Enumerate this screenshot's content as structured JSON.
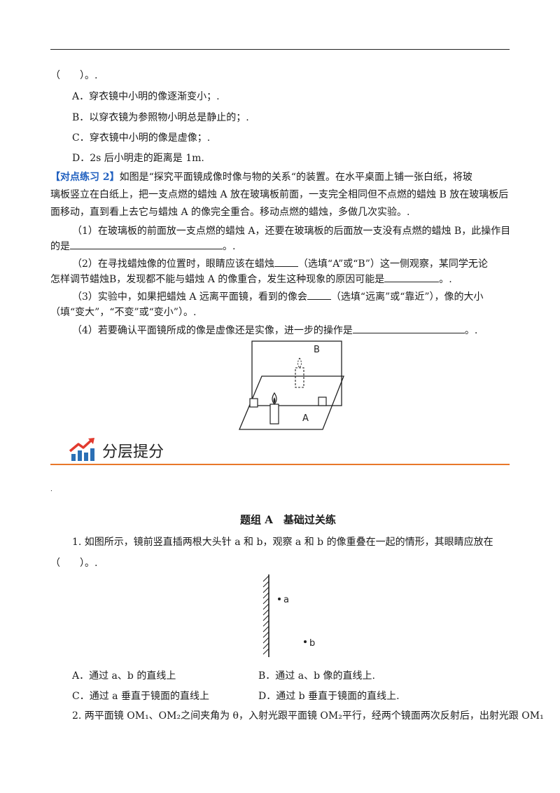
{
  "top_question_tail": "（　　）。.",
  "q1_options": {
    "A": "A．穿衣镜中小明的像逐渐变小；.",
    "B": "B．以穿衣镜为参照物小明总是静止的；.",
    "C": "C．穿衣镜中小明的像是虚像；.",
    "D": "D．2s 后小明走的距离是 1m."
  },
  "practice2": {
    "tag": "【对点练习 2】",
    "intro_1": "如图是“探究平面镜成像时像与物的关系“的装置。在水平桌面上铺一张白纸，将玻",
    "intro_2": "璃板竖立在白纸上，把一支点燃的蜡烛 A 放在玻璃板前面，一支完全相同但不点燃的蜡烛 B 放在玻璃板后",
    "intro_3": "面移动，直到看上去它与蜡烛 A 的像完全重合。移动点燃的蜡烛，多做几次实验。.",
    "s1_a": "（1）在玻璃板的前面放一支点燃的蜡烛 A，还要在玻璃板的后面放一支没有点燃的蜡烛 B，此操作目",
    "s1_b_pre": "的是",
    "s1_b_post": "。.",
    "s2_a_pre": "（2）在寻找蜡烛像的位置时，眼睛应该在蜡烛",
    "s2_a_post": "（选填“A”或“B”）这一侧观察，某同学无论",
    "s2_b_pre": "怎样调节蜡烛B，发现都不能与蜡烛 A 的像重合，发生这种现象的原因可能是",
    "s2_b_post": "。.",
    "s3_a_pre": "（3）实验中，如果把蜡烛 A 远离平面镜，看到的像会",
    "s3_a_post": "（选填“远离”或“靠近”），像的大小",
    "s3_b": "（填“变大”，“不变”或“变小”）。.",
    "s4_pre": "（4）若要确认平面镜所成的像是虚像还是实像，进一步的操作是",
    "s4_post": "。.",
    "figure_labels": {
      "B": "B",
      "A": "A"
    }
  },
  "section_header": "分层提分",
  "dot": ".",
  "group_title": "题组 A　基础过关练",
  "q_pins": {
    "stem_1": "1. 如图所示，镜前竖直插两根大头针 a 和 b，观察 a 和 b 的像重叠在一起的情形，其眼睛应放在",
    "stem_2": "（　　）。.",
    "label_a": "a",
    "label_b": "b",
    "options": {
      "A": "A．通过 a、b 的直线上",
      "B": "B．通过 a、b 像的直线上.",
      "C": "C．通过 a 垂直于镜面的直线上",
      "D": "D．通过 b 垂直于镜面的直线上."
    }
  },
  "q2_stem": "2. 两平面镜 OM₁、OM₂之间夹角为 θ，入射光跟平面镜 OM₂平行，经两个镜面两次反射后，出射光跟 OM₁",
  "colors": {
    "accent_tag": "#1f5fbf",
    "section_bar": "#e8772a",
    "icon_red": "#e23a2e",
    "icon_blue": "#2b6fb5"
  }
}
